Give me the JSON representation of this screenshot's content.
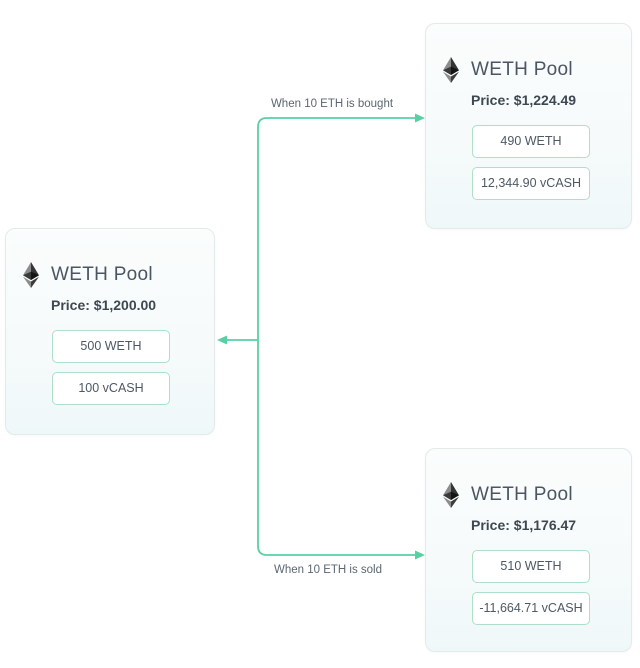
{
  "cards": [
    {
      "id": "current",
      "title": "WETH Pool",
      "price": "Price: $1,200.00",
      "reserves": [
        "500 WETH",
        "100 vCASH"
      ]
    },
    {
      "id": "bought",
      "title": "WETH Pool",
      "price": "Price: $1,224.49",
      "reserves": [
        "490 WETH",
        "12,344.90 vCASH"
      ]
    },
    {
      "id": "sold",
      "title": "WETH Pool",
      "price": "Price: $1,176.47",
      "reserves": [
        "510 WETH",
        "-11,664.71 vCASH"
      ]
    }
  ],
  "edges": {
    "bought_label": "When 10 ETH is bought",
    "sold_label": "When 10 ETH is sold"
  },
  "icons": {
    "card_icon": "ethereum-diamond-icon"
  },
  "colors": {
    "arrow": "#58d1a2",
    "reserve_box_border": "#aedfc8",
    "card_border": "#e4e9e9",
    "card_background": "#f6fafa",
    "title_text": "#4b5563",
    "price_text": "#3d4852",
    "reserve_text": "#4d5863",
    "edge_label_text": "#5c6771"
  }
}
